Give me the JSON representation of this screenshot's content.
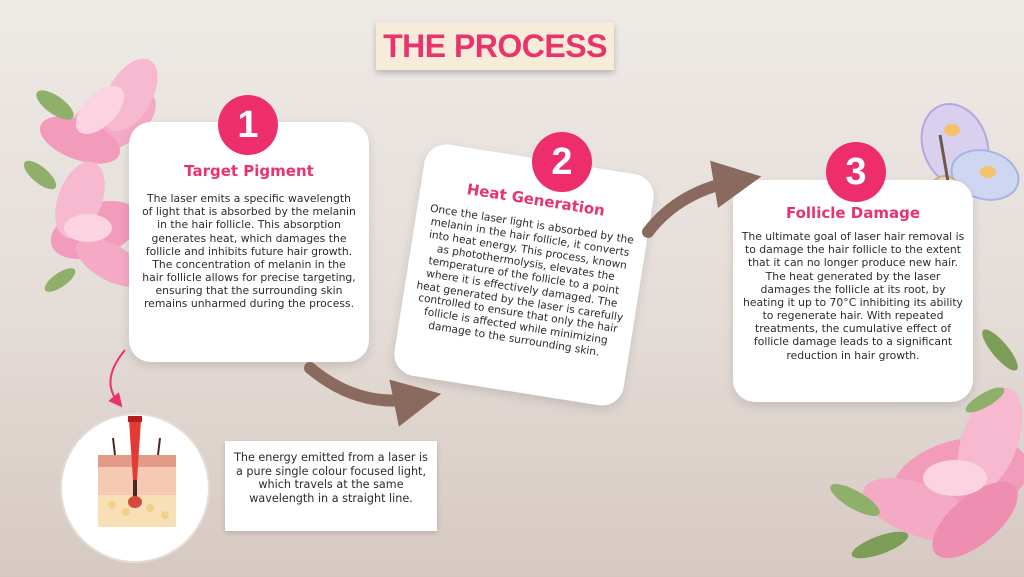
{
  "title": "THE PROCESS",
  "steps": [
    {
      "number": "1",
      "heading": "Target Pigment",
      "body": "The laser emits a specific wavelength of light that is absorbed by the melanin in the hair follicle. This absorption generates heat, which damages the follicle and inhibits future hair growth. The concentration of melanin in the hair follicle allows for precise targeting, ensuring that the surrounding skin remains unharmed during the process."
    },
    {
      "number": "2",
      "heading": "Heat Generation",
      "body": "Once the laser light is absorbed by the melanin in the hair follicle, it converts into heat energy. This process, known as photothermolysis, elevates the temperature of the follicle to a point where it is effectively damaged. The heat generated by the laser is carefully controlled to ensure that only the hair follicle is affected while minimizing damage to the surrounding skin."
    },
    {
      "number": "3",
      "heading": "Follicle Damage",
      "body": "The ultimate goal of laser hair removal is to damage the hair follicle to the extent that it can no longer produce new hair. The heat generated by the laser damages the follicle at its root, by heating it up to 70°C inhibiting its ability to regenerate hair. With repeated treatments, the cumulative effect of follicle damage leads to a significant reduction in hair growth."
    }
  ],
  "note": "The energy emitted from a laser is a pure single colour focused light, which travels at the same wavelength in a straight line.",
  "colors": {
    "accent": "#e8336d",
    "arrow": "#8a6a5e",
    "title_bg": "#f7ecd9"
  }
}
